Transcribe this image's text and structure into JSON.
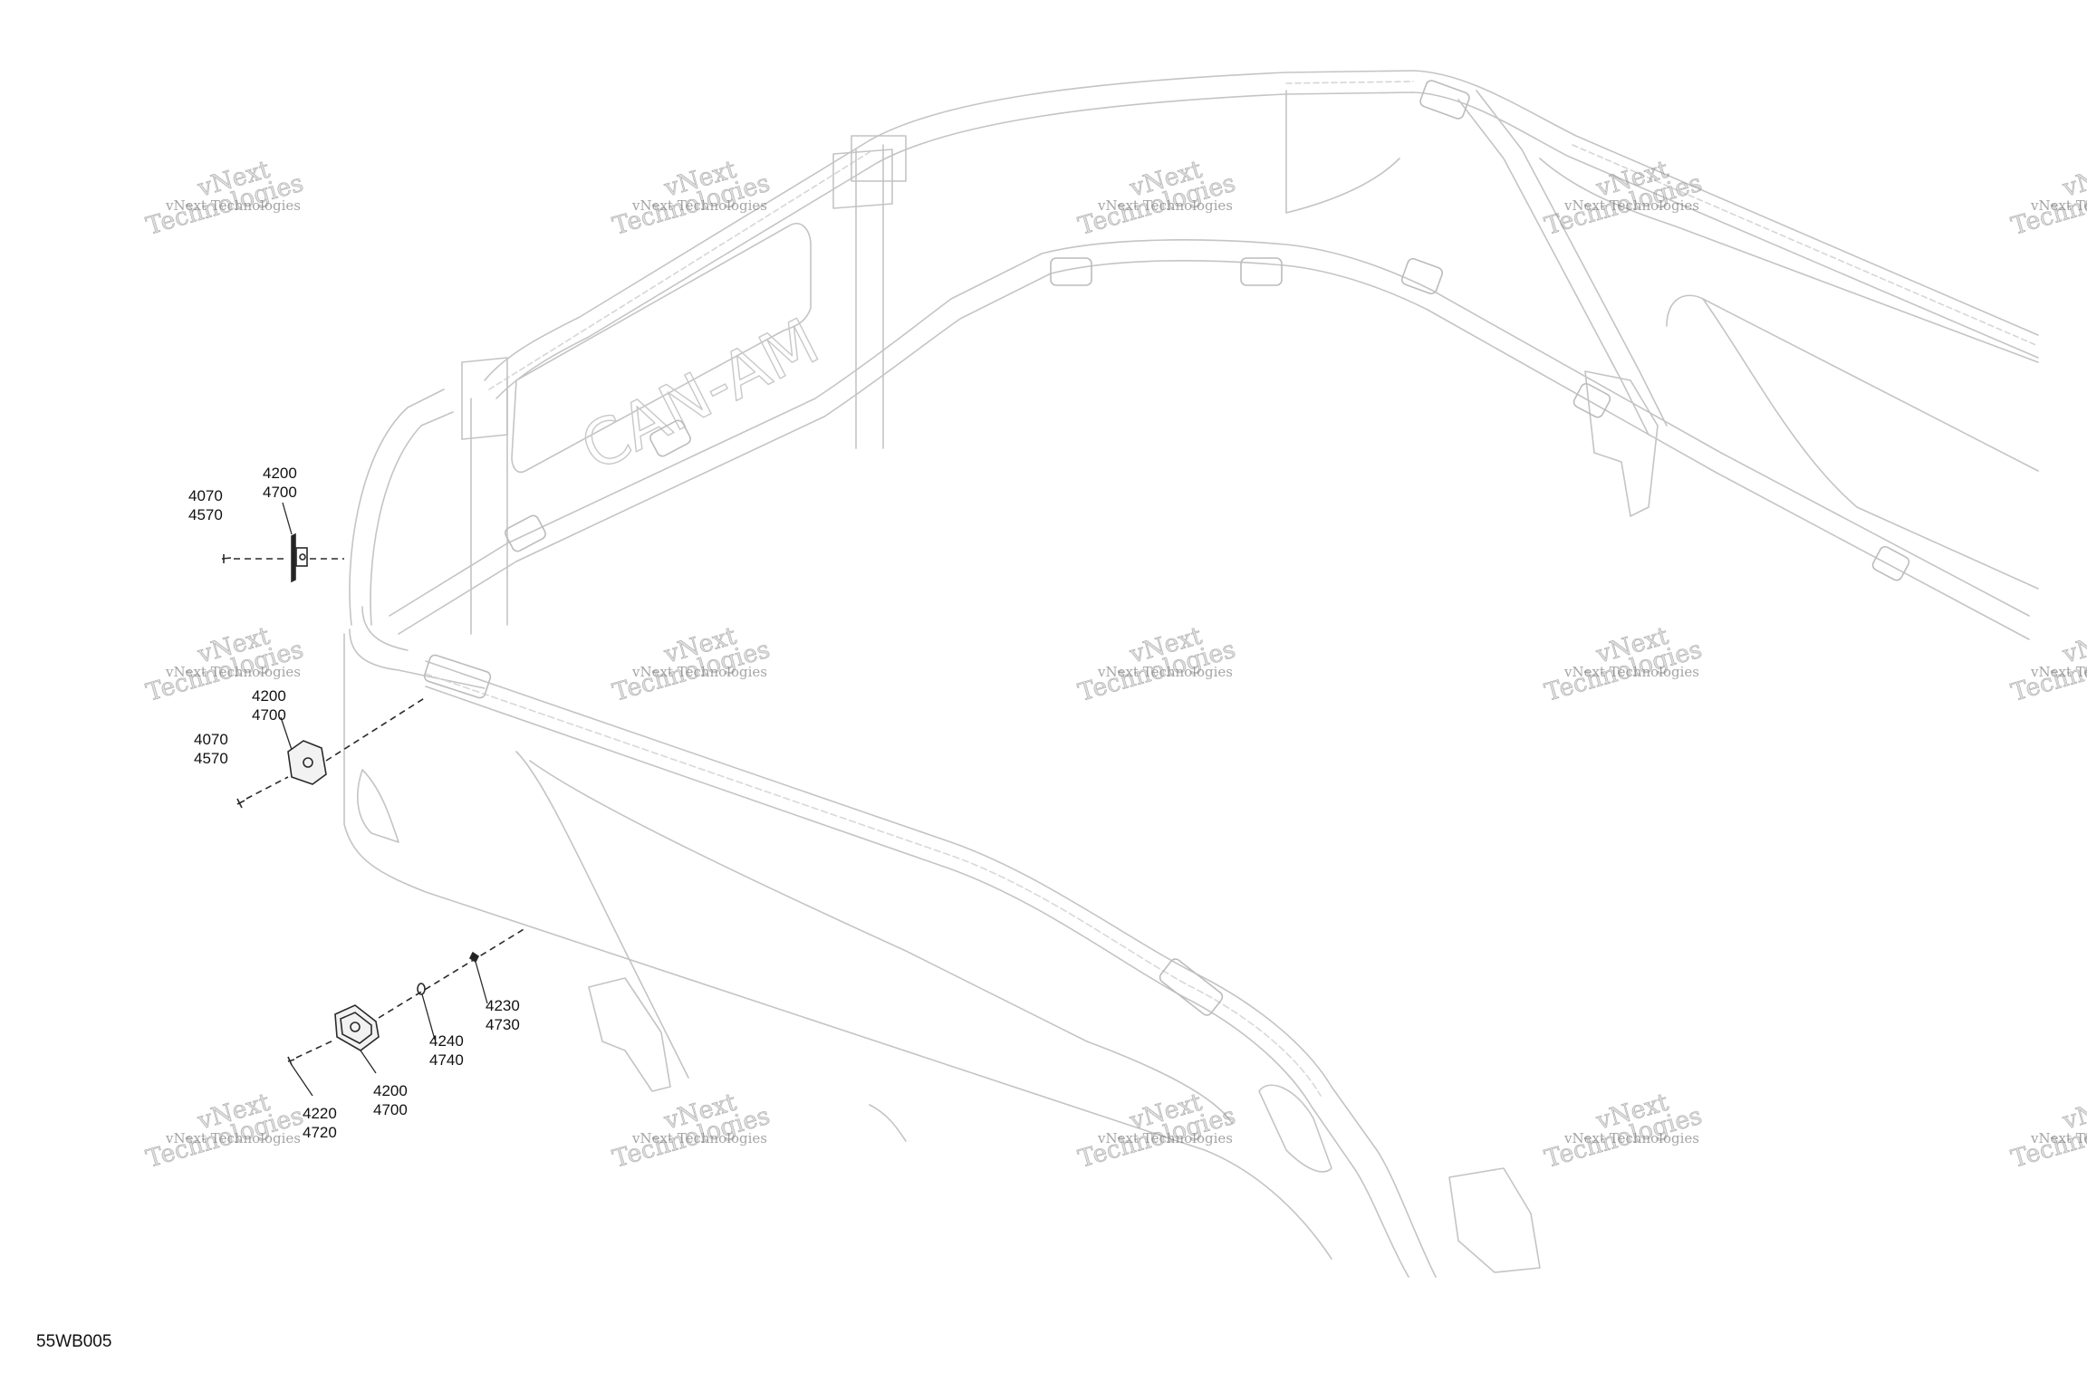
{
  "callouts": [
    {
      "lines": [
        "4200",
        "4700"
      ]
    },
    {
      "lines": [
        "4070",
        "4570"
      ]
    },
    {
      "lines": [
        "4200",
        "4700"
      ]
    },
    {
      "lines": [
        "4070",
        "4570"
      ]
    },
    {
      "lines": [
        "4230",
        "4730"
      ]
    },
    {
      "lines": [
        "4240",
        "4740"
      ]
    },
    {
      "lines": [
        "4200",
        "4700"
      ]
    },
    {
      "lines": [
        "4220",
        "4720"
      ]
    }
  ],
  "watermark": {
    "line1": "vNext Technologies",
    "word1": "Technologies",
    "word2": "vNext"
  },
  "figure_code": "55WB005"
}
